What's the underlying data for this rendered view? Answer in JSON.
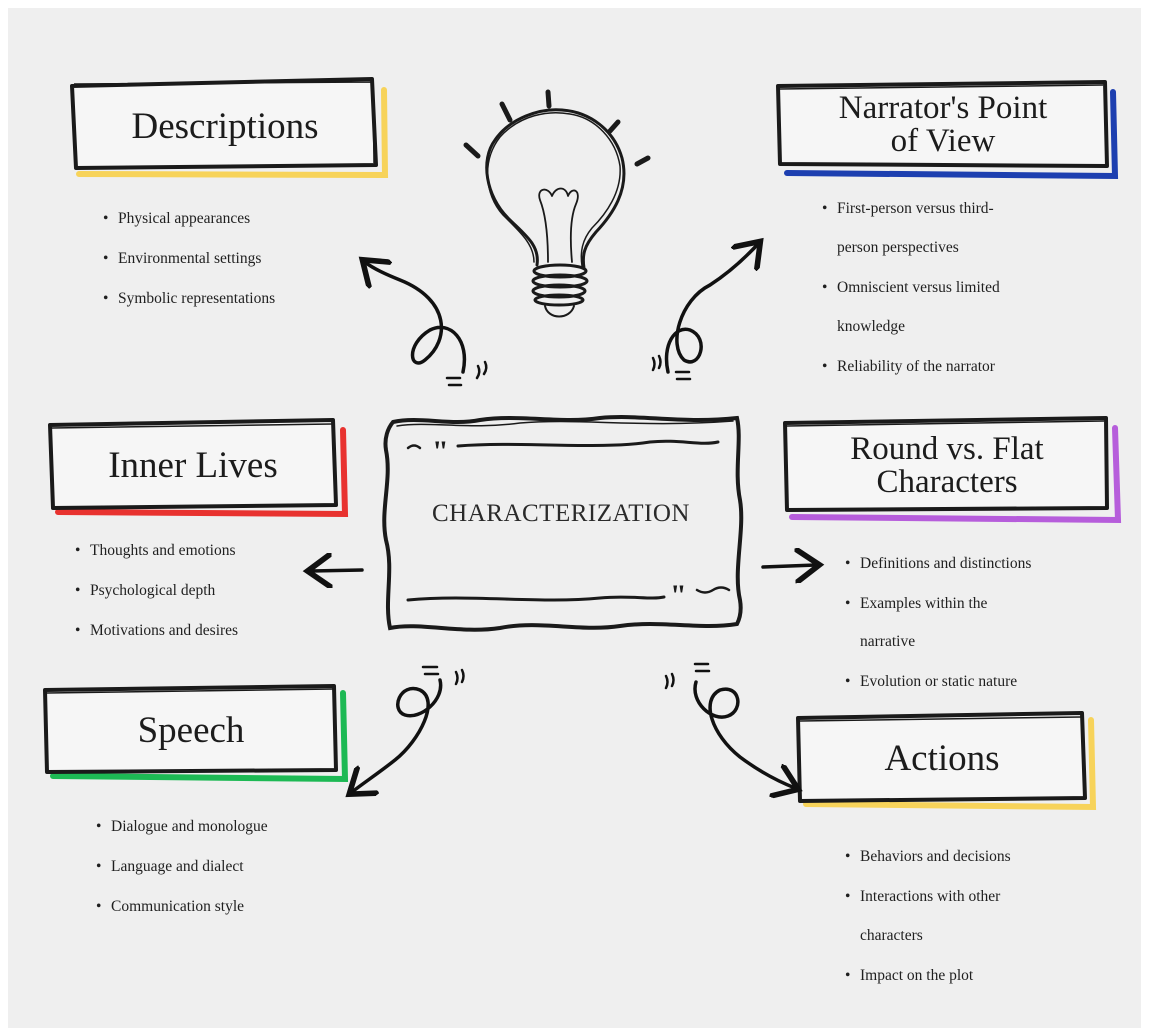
{
  "center": {
    "label": "CHARACTERIZATION"
  },
  "boxes": {
    "descriptions": {
      "title": "Descriptions",
      "accent": "#f7d35a",
      "items": [
        "Physical appearances",
        "Environmental settings",
        "Symbolic representations"
      ]
    },
    "narrator": {
      "title_line1": "Narrator's Point",
      "title_line2": "of View",
      "accent": "#1d3fb0",
      "items": [
        "First-person versus third-",
        "person perspectives",
        "Omniscient versus limited",
        "knowledge",
        "Reliability of the narrator"
      ]
    },
    "inner_lives": {
      "title": "Inner Lives",
      "accent": "#e8322f",
      "items": [
        "Thoughts and emotions",
        "Psychological depth",
        "Motivations and desires"
      ]
    },
    "round_flat": {
      "title_line1": "Round vs. Flat",
      "title_line2": "Characters",
      "accent": "#b65ddb",
      "items": [
        "Definitions and distinctions",
        "Examples within the",
        "narrative",
        "Evolution or static nature"
      ]
    },
    "speech": {
      "title": "Speech",
      "accent": "#1db954",
      "items": [
        "Dialogue and monologue",
        "Language and dialect",
        "Communication style"
      ]
    },
    "actions": {
      "title": "Actions",
      "accent": "#f7d35a",
      "items": [
        "Behaviors and decisions",
        "Interactions with other",
        "characters",
        "Impact on the plot"
      ]
    }
  }
}
